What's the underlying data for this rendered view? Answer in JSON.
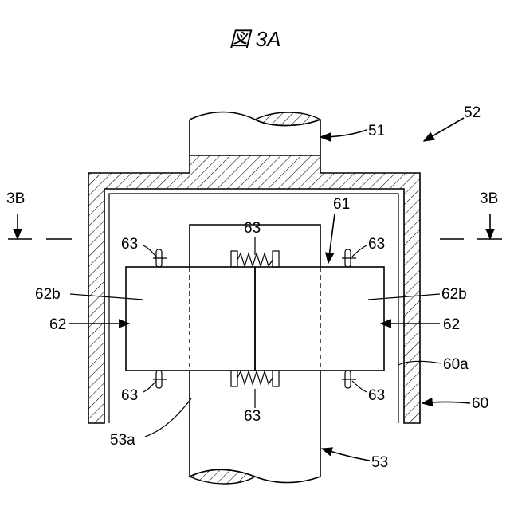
{
  "figure": {
    "title": "図 3A",
    "labels": {
      "l52": "52",
      "l51": "51",
      "l61": "61",
      "l63": "63",
      "l62b": "62b",
      "l62": "62",
      "l60a": "60a",
      "l60": "60",
      "l53a": "53a",
      "l53": "53",
      "l3b": "3B"
    }
  }
}
